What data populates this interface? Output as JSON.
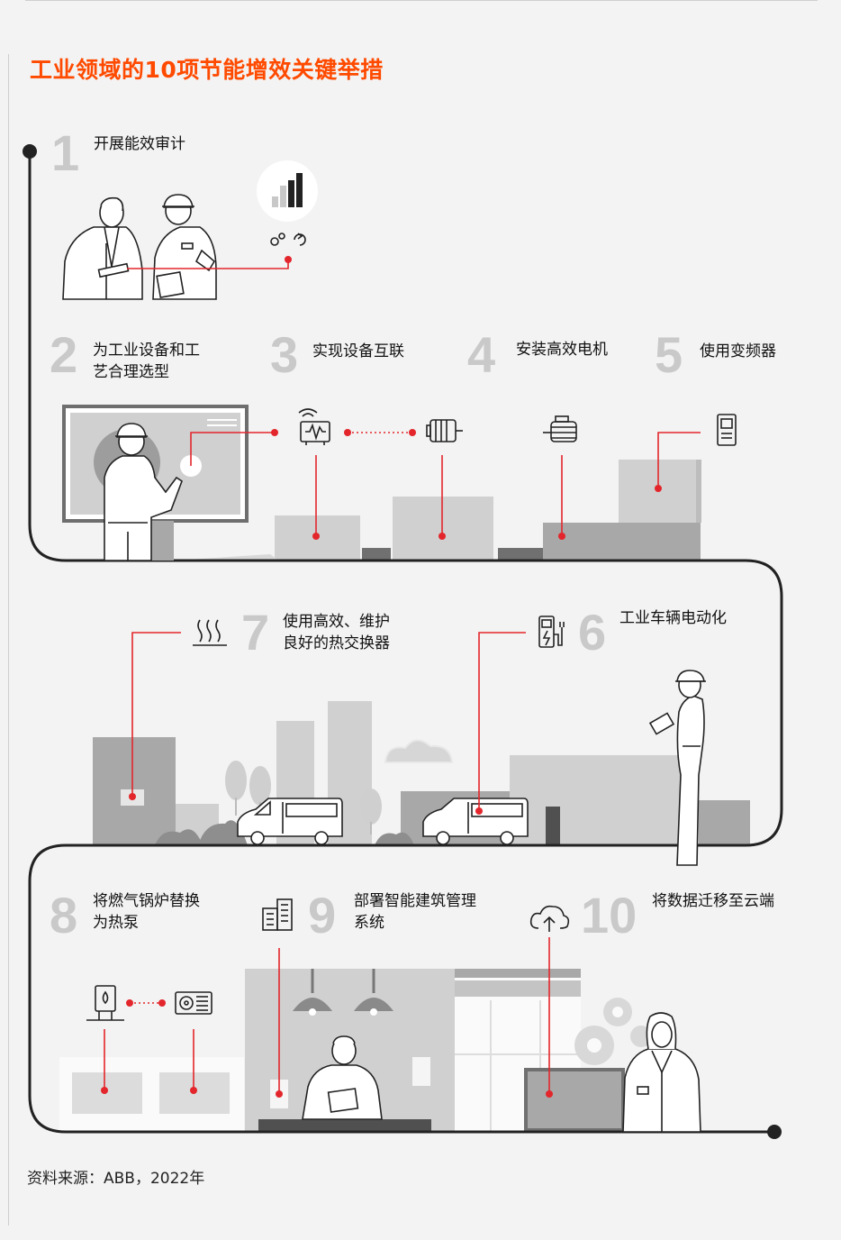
{
  "title": "工业领域的10项节能增效关键举措",
  "steps": [
    {
      "num": "1",
      "label": "开展能效审计"
    },
    {
      "num": "2",
      "label": "为工业设备和工\n艺合理选型"
    },
    {
      "num": "3",
      "label": "实现设备互联"
    },
    {
      "num": "4",
      "label": "安装高效电机"
    },
    {
      "num": "5",
      "label": "使用变频器"
    },
    {
      "num": "6",
      "label": "工业车辆电动化"
    },
    {
      "num": "7",
      "label": "使用高效、维护\n良好的热交换器"
    },
    {
      "num": "8",
      "label": "将燃气锅炉替换\n为热泵"
    },
    {
      "num": "9",
      "label": "部署智能建筑管理\n系统"
    },
    {
      "num": "10",
      "label": "将数据迁移至云端"
    }
  ],
  "source": "资料来源：ABB，2022年",
  "colors": {
    "accent": "#ff4a00",
    "connector": "#e3262b",
    "path": "#222222",
    "number": "#c9c9c9",
    "building_dark": "#9e9e9e",
    "building_light": "#d0d0d0"
  },
  "icons": [
    "bar-chart-icon",
    "gears-icon",
    "refresh-icon",
    "network-device-icon",
    "motor-icon",
    "electric-motor-icon",
    "drive-icon",
    "heat-icon",
    "ev-charger-icon",
    "boiler-icon",
    "heat-pump-icon",
    "smart-building-icon",
    "cloud-upload-icon"
  ]
}
